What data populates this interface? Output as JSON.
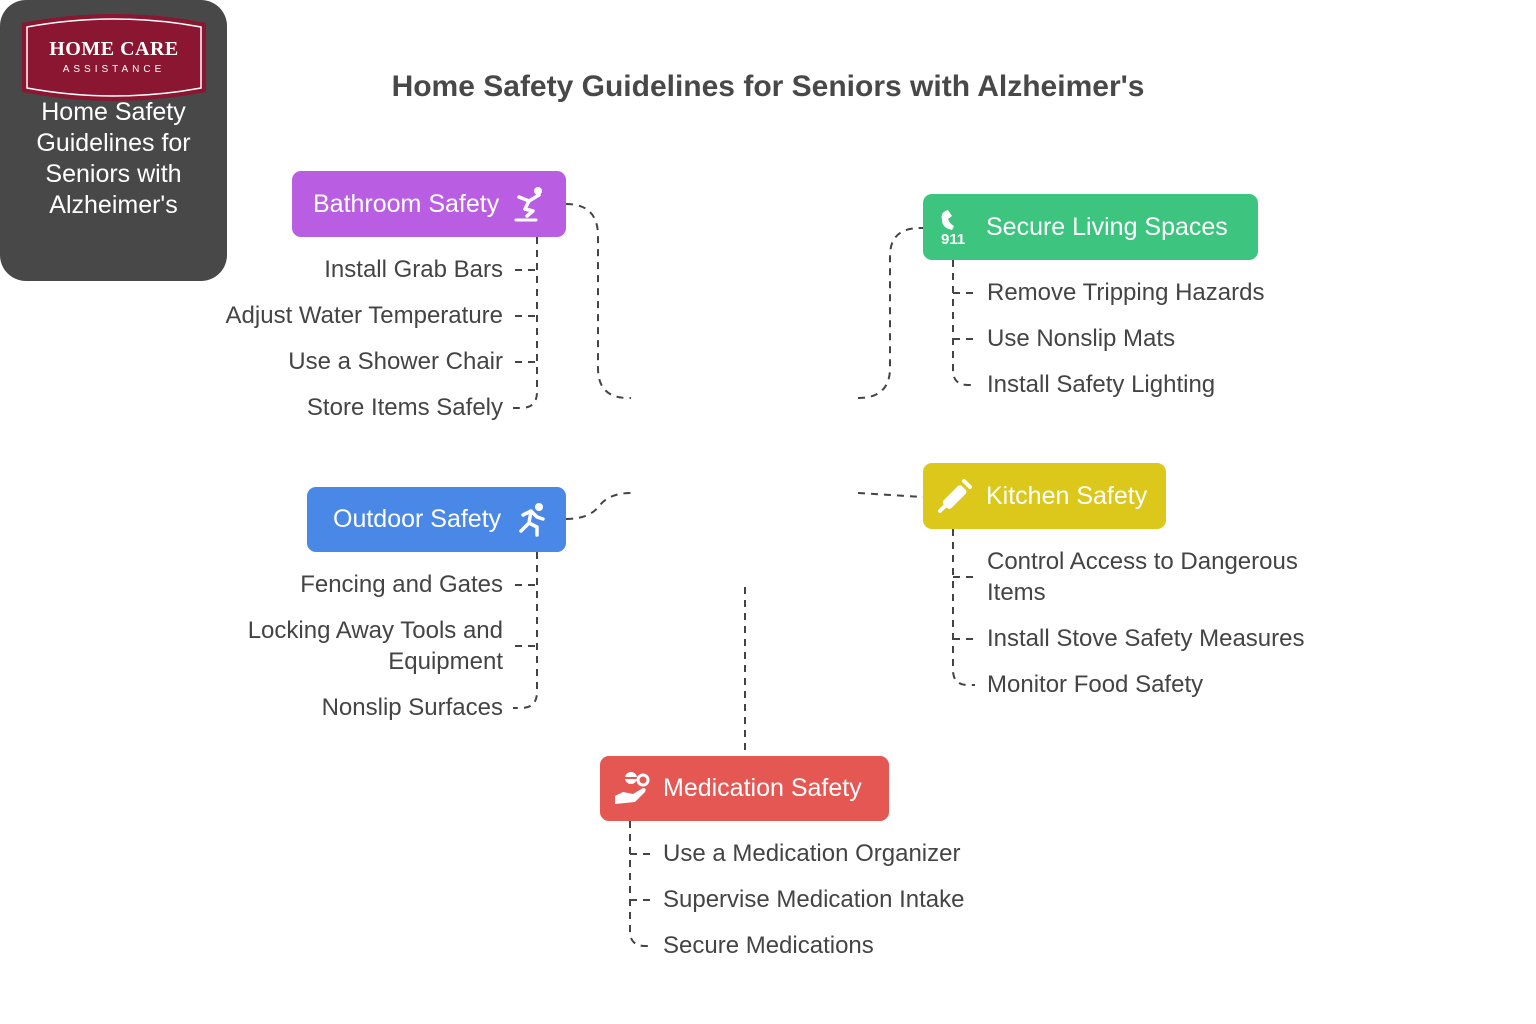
{
  "logo": {
    "name": "HOME CARE",
    "sub": "ASSISTANCE"
  },
  "title": "Home Safety Guidelines for Seniors with Alzheimer's",
  "center": {
    "label": "Home Safety Guidelines for Seniors with Alzheimer's",
    "icon": "brain-head-icon"
  },
  "categories": {
    "bathroom": {
      "label": "Bathroom Safety",
      "color": "#b95ee3",
      "icon": "slip-fall-icon",
      "items": [
        "Install Grab Bars",
        "Adjust Water Temperature",
        "Use a Shower Chair",
        "Store Items Safely"
      ]
    },
    "secure": {
      "label": "Secure Living Spaces",
      "color": "#3dc57f",
      "icon": "phone-911-icon",
      "items": [
        "Remove Tripping Hazards",
        "Use Nonslip Mats",
        "Install Safety Lighting"
      ]
    },
    "outdoor": {
      "label": "Outdoor Safety",
      "color": "#4a88e8",
      "icon": "running-person-icon",
      "items": [
        "Fencing and Gates",
        "Locking Away Tools and Equipment",
        "Nonslip Surfaces"
      ]
    },
    "kitchen": {
      "label": "Kitchen Safety",
      "color": "#dcc81b",
      "icon": "rolling-pin-icon",
      "items": [
        "Control Access to Dangerous Items",
        "Install Stove Safety Measures",
        "Monitor Food Safety"
      ]
    },
    "medication": {
      "label": "Medication Safety",
      "color": "#e55752",
      "icon": "medication-hand-icon",
      "items": [
        "Use a Medication Organizer",
        "Supervise Medication Intake",
        "Secure Medications"
      ]
    }
  }
}
